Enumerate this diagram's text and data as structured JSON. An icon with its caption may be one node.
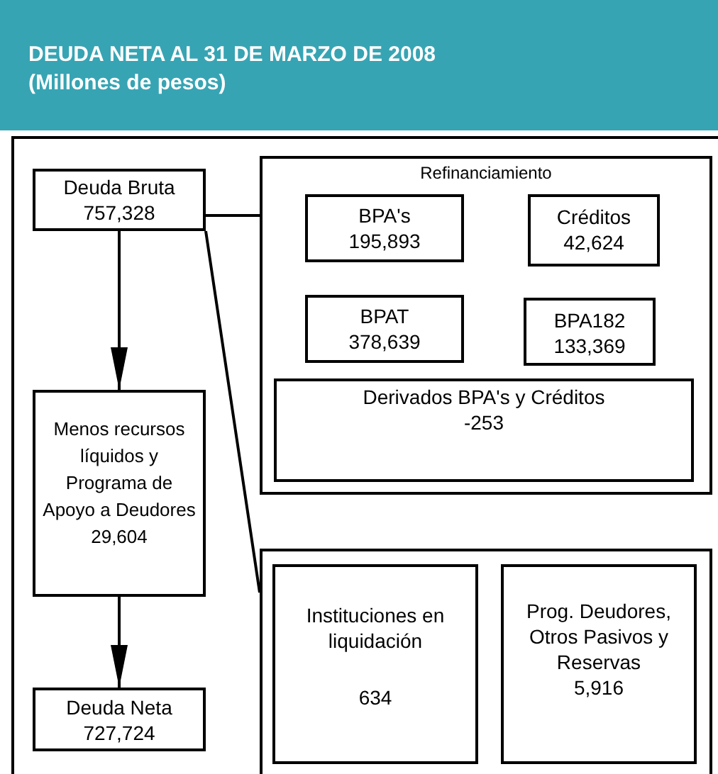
{
  "diagram": {
    "title": "DEUDA NETA AL 31 DE MARZO DE 2008",
    "nodes": [
      {
        "text": [
          "Deuda Bruta",
          "757,328"
        ]
      },
      {
        "text": [
          "Refinanciamiento"
        ]
      },
      {
        "text": [
          "BPA's",
          "195,893"
        ],
        "in": 1
      },
      {
        "text": [
          "Créditos",
          "42,624"
        ],
        "in": 1
      },
      {
        "text": [
          "BPAT",
          "378,639"
        ],
        "in": 1
      },
      {
        "text": [
          "BPA182",
          "133,369"
        ],
        "in": 1
      },
      {
        "text": [
          "Derivados BPA's y Créditos",
          "-253"
        ],
        "in": 1
      },
      {
        "text": [
          "Menos recursos líquidos y Programa de Apoyo a Deudores",
          "29,604"
        ]
      },
      {
        "text": [
          "Deuda Neta",
          "727,724"
        ]
      },
      {
        "text": [],
        "shape": "box"
      },
      {
        "text": [
          "Instituciones en liquidación",
          "634"
        ],
        "in": 9
      },
      {
        "text": [
          "Prog. Deudores, Otros Pasivos y Reservas",
          "5,916"
        ],
        "in": 9
      }
    ],
    "edges": [
      {
        "from": 0,
        "to": 7,
        "arrow": "to"
      },
      {
        "from": 7,
        "to": 8,
        "arrow": "to"
      },
      {
        "from": 0,
        "to": 1,
        "arrow": "none"
      },
      {
        "from": 0,
        "to": 9,
        "arrow": "none"
      }
    ],
    "labels": [
      "(Millones de pesos)"
    ]
  }
}
